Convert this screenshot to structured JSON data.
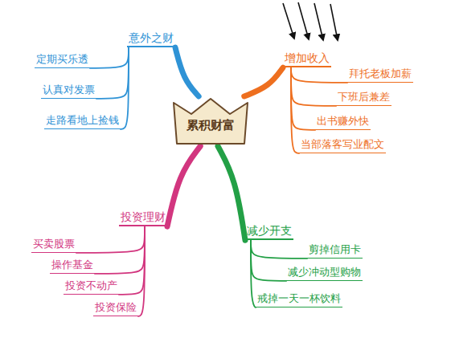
{
  "diagram": {
    "nodes": [
      {
        "text": [
          "累积财富"
        ]
      },
      {
        "text": [
          "意外之财"
        ]
      },
      {
        "text": [
          "定期买乐透"
        ]
      },
      {
        "text": [
          "认真对发票"
        ]
      },
      {
        "text": [
          "走路看地上捡钱"
        ]
      },
      {
        "text": [
          "增加收入"
        ]
      },
      {
        "text": [
          "拜托老板加薪"
        ]
      },
      {
        "text": [
          "下班后兼差"
        ]
      },
      {
        "text": [
          "出书赚外快"
        ]
      },
      {
        "text": [
          "当部落客写业配文"
        ]
      },
      {
        "text": [
          "投资理财"
        ]
      },
      {
        "text": [
          "买卖股票"
        ]
      },
      {
        "text": [
          "操作基金"
        ]
      },
      {
        "text": [
          "投资不动产"
        ]
      },
      {
        "text": [
          "投资保险"
        ]
      },
      {
        "text": [
          "减少开支"
        ]
      },
      {
        "text": [
          "剪掉信用卡"
        ]
      },
      {
        "text": [
          "减少冲动型购物"
        ]
      },
      {
        "text": [
          "戒掉一天一杯饮料"
        ]
      }
    ],
    "edges": [
      {
        "from": 0,
        "to": 1,
        "arrow": "none"
      },
      {
        "from": 1,
        "to": 2,
        "arrow": "none"
      },
      {
        "from": 1,
        "to": 3,
        "arrow": "none"
      },
      {
        "from": 1,
        "to": 4,
        "arrow": "none"
      },
      {
        "from": 0,
        "to": 5,
        "arrow": "none"
      },
      {
        "from": 5,
        "to": 6,
        "arrow": "none"
      },
      {
        "from": 5,
        "to": 7,
        "arrow": "none"
      },
      {
        "from": 5,
        "to": 8,
        "arrow": "none"
      },
      {
        "from": 5,
        "to": 9,
        "arrow": "none"
      },
      {
        "from": 0,
        "to": 10,
        "arrow": "none"
      },
      {
        "from": 10,
        "to": 11,
        "arrow": "none"
      },
      {
        "from": 10,
        "to": 12,
        "arrow": "none"
      },
      {
        "from": 10,
        "to": 13,
        "arrow": "none"
      },
      {
        "from": 10,
        "to": 14,
        "arrow": "none"
      },
      {
        "from": 0,
        "to": 15,
        "arrow": "none"
      },
      {
        "from": 15,
        "to": 16,
        "arrow": "none"
      },
      {
        "from": 15,
        "to": 17,
        "arrow": "none"
      },
      {
        "from": 15,
        "to": 18,
        "arrow": "none"
      }
    ]
  }
}
